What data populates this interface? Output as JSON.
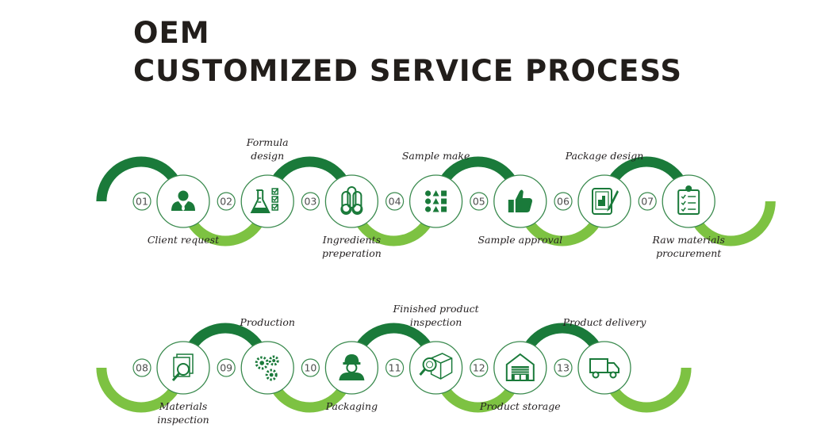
{
  "title": {
    "line1": "OEM",
    "line2": "CUSTOMIZED SERVICE PROCESS"
  },
  "colors": {
    "dark_green": "#1a7a3a",
    "light_green": "#7dc242",
    "circle_stroke": "#3a8a4e",
    "icon_green": "#1a7a3a",
    "text": "#231f20",
    "number": "#4d4d4d"
  },
  "steps": [
    {
      "number": "01",
      "label": "Client request",
      "icon": "user-icon"
    },
    {
      "number": "02",
      "label": "Formula design",
      "icon": "flask-checklist-icon"
    },
    {
      "number": "03",
      "label": "Ingredients preperation",
      "icon": "ingredients-icon"
    },
    {
      "number": "04",
      "label": "Sample make",
      "icon": "shapes-grid-icon"
    },
    {
      "number": "05",
      "label": "Sample approval",
      "icon": "thumbs-up-icon"
    },
    {
      "number": "06",
      "label": "Package design",
      "icon": "tablet-design-icon"
    },
    {
      "number": "07",
      "label": "Raw materials procurement",
      "icon": "clipboard-checklist-icon"
    },
    {
      "number": "08",
      "label": "Materials inspection",
      "icon": "document-magnifier-icon"
    },
    {
      "number": "09",
      "label": "Production",
      "icon": "gears-icon"
    },
    {
      "number": "10",
      "label": "Packaging",
      "icon": "worker-icon"
    },
    {
      "number": "11",
      "label": "Finished product inspection",
      "icon": "box-magnifier-icon"
    },
    {
      "number": "12",
      "label": "Product storage",
      "icon": "warehouse-icon"
    },
    {
      "number": "13",
      "label": "Product delivery",
      "icon": "truck-icon"
    }
  ]
}
